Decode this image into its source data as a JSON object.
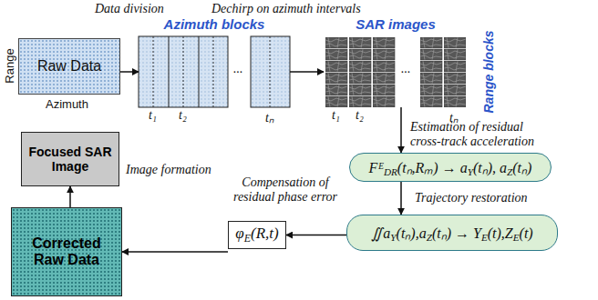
{
  "diagram": {
    "nodes": [
      {
        "text": [
          "Raw Data"
        ]
      },
      {
        "text": [
          "Azimuth blocks"
        ]
      },
      {
        "text": [
          "SAR images"
        ]
      },
      {
        "text": [
          "FᴱDR(tₙ,Rₘ) → aY(tₙ), aZ(tₙ)"
        ]
      },
      {
        "text": [
          "∬aY(tₙ),aZ(tₙ) → YE(t),ZE(t)"
        ]
      },
      {
        "text": [
          "φE(R,t)"
        ]
      },
      {
        "text": [
          "Corrected Raw Data"
        ]
      },
      {
        "text": [
          "Focused SAR Image"
        ]
      }
    ],
    "edges": [
      {
        "from": 0,
        "to": 1,
        "arrow": "to",
        "label": "Data division"
      },
      {
        "from": 1,
        "to": 2,
        "arrow": "to",
        "label": "Dechirp on azimuth intervals"
      },
      {
        "from": 2,
        "to": 3,
        "arrow": "to",
        "label": "Estimation of residual cross-track acceleration"
      },
      {
        "from": 3,
        "to": 4,
        "arrow": "to",
        "label": "Trajectory restoration"
      },
      {
        "from": 4,
        "to": 5,
        "arrow": "to",
        "label": "Compensation of residual phase error"
      },
      {
        "from": 5,
        "to": 6,
        "arrow": "to"
      },
      {
        "from": 6,
        "to": 7,
        "arrow": "to",
        "label": "Image formation"
      }
    ],
    "labels": [
      "Range",
      "Azimuth",
      "t₁",
      "t₂",
      "...",
      "tₙ",
      "t₁",
      "t₂",
      "...",
      "tₙ",
      "Range blocks"
    ]
  }
}
